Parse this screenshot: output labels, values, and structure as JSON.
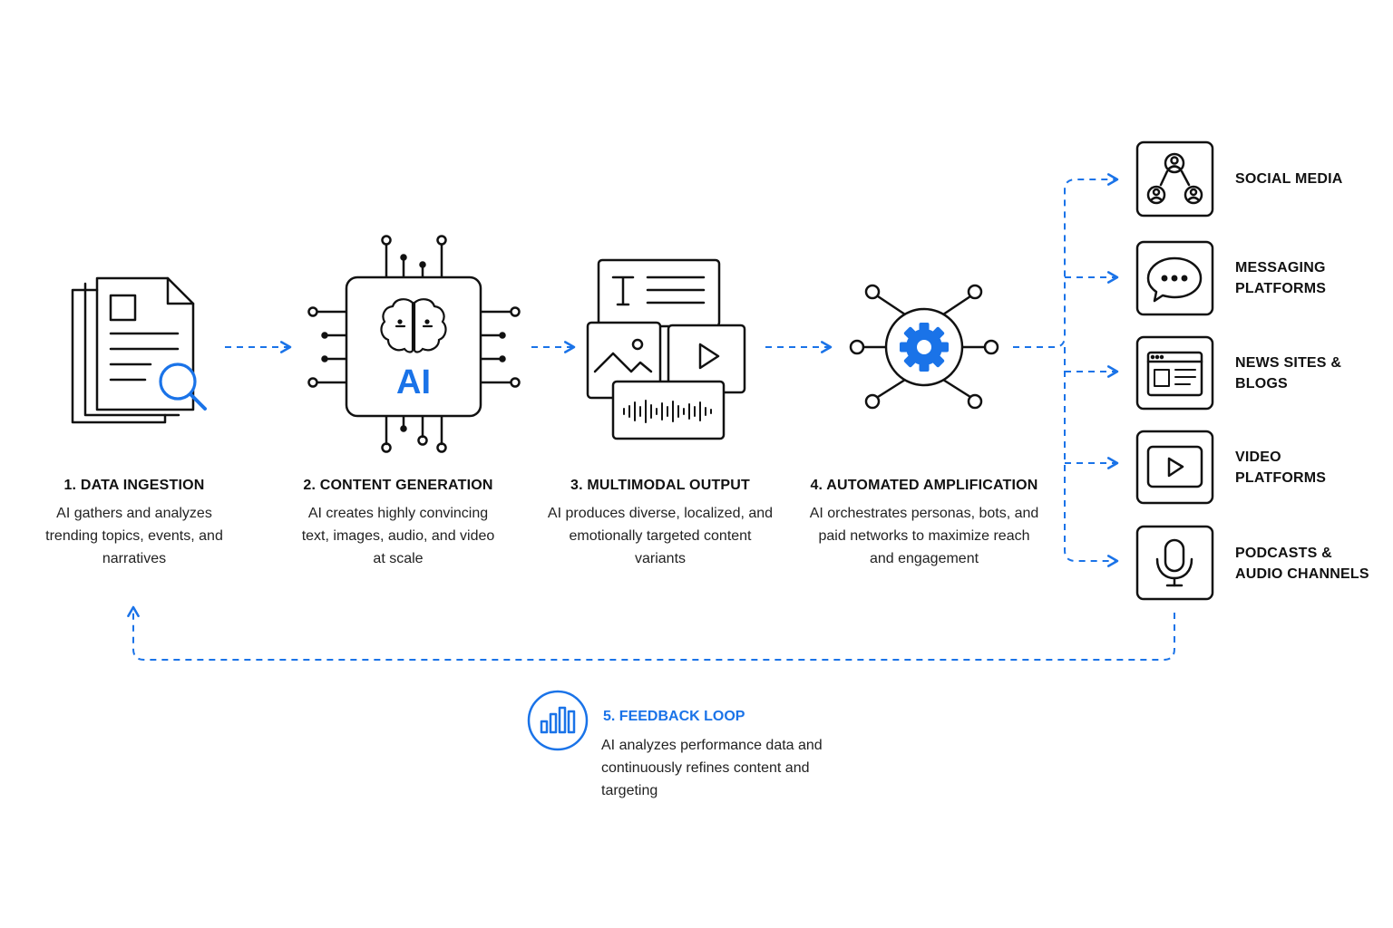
{
  "colors": {
    "accent": "#1a73e8",
    "stroke": "#111111",
    "text": "#222222"
  },
  "steps": [
    {
      "title": "1. DATA INGESTION",
      "desc": "AI gathers and analyzes trending topics, events, and narratives",
      "icon": "documents-search-icon"
    },
    {
      "title": "2. CONTENT GENERATION",
      "desc": "AI creates highly convincing text, images, audio, and video at scale",
      "icon": "ai-chip-brain-icon",
      "chip_label": "AI"
    },
    {
      "title": "3. MULTIMODAL OUTPUT",
      "desc": "AI produces diverse, localized, and emotionally targeted content variants",
      "icon": "multimedia-cards-icon"
    },
    {
      "title": "4. AUTOMATED AMPLIFICATION",
      "desc": "AI orchestrates personas, bots, and paid networks to maximize reach and engagement",
      "icon": "gear-network-icon"
    }
  ],
  "channels": [
    {
      "line1": "SOCIAL MEDIA",
      "line2": "",
      "icon": "social-network-icon"
    },
    {
      "line1": "MESSAGING",
      "line2": "PLATFORMS",
      "icon": "chat-bubble-icon"
    },
    {
      "line1": "NEWS SITES &",
      "line2": "BLOGS",
      "icon": "news-browser-icon"
    },
    {
      "line1": "VIDEO",
      "line2": "PLATFORMS",
      "icon": "play-icon"
    },
    {
      "line1": "PODCASTS &",
      "line2": "AUDIO CHANNELS",
      "icon": "microphone-icon"
    }
  ],
  "feedback": {
    "title": "5. FEEDBACK LOOP",
    "desc": "AI analyzes performance data and continuously refines content and targeting",
    "icon": "bar-chart-icon"
  }
}
